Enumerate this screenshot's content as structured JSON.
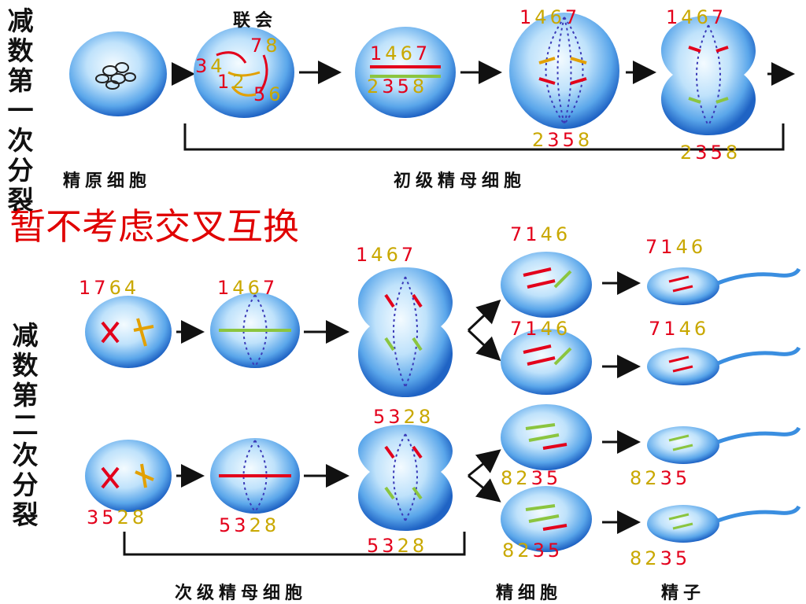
{
  "colors": {
    "red": "#e3001b",
    "yellow": "#c9a800",
    "cell_blue": "#3a8ee0",
    "note_red": "#e00000"
  },
  "titles": {
    "meiosis1": "减数第一次分裂",
    "meiosis2": "减数第二次分裂"
  },
  "labels": {
    "synapsis": "联会",
    "spermatogonium": "精原细胞",
    "primary_spermatocyte": "初级精母细胞",
    "secondary_spermatocyte": "次级精母细胞",
    "spermatid": "精细胞",
    "sperm": "精子"
  },
  "note": "暂不考虑交叉互换",
  "numbers": {
    "syn_78": [
      {
        "t": "7",
        "c": "r"
      },
      {
        "t": "8",
        "c": "y"
      }
    ],
    "syn_34": [
      {
        "t": "3",
        "c": "r"
      },
      {
        "t": "4",
        "c": "y"
      }
    ],
    "syn_12": [
      {
        "t": "1",
        "c": "r"
      },
      {
        "t": "2",
        "c": "y"
      }
    ],
    "syn_56": [
      {
        "t": "5",
        "c": "r"
      },
      {
        "t": "6",
        "c": "y"
      }
    ],
    "meta1_top": [
      {
        "t": "1",
        "c": "r"
      },
      {
        "t": "4",
        "c": "y"
      },
      {
        "t": "6",
        "c": "y"
      },
      {
        "t": "7",
        "c": "r"
      }
    ],
    "meta1_bot": [
      {
        "t": "2",
        "c": "y"
      },
      {
        "t": "3",
        "c": "r"
      },
      {
        "t": "5",
        "c": "r"
      },
      {
        "t": "8",
        "c": "y"
      }
    ],
    "ana1_top": [
      {
        "t": "1",
        "c": "r"
      },
      {
        "t": "4",
        "c": "y"
      },
      {
        "t": "6",
        "c": "y"
      },
      {
        "t": "7",
        "c": "r"
      }
    ],
    "ana1_bot": [
      {
        "t": "2",
        "c": "y"
      },
      {
        "t": "3",
        "c": "r"
      },
      {
        "t": "5",
        "c": "r"
      },
      {
        "t": "8",
        "c": "y"
      }
    ],
    "tel1_top": [
      {
        "t": "1",
        "c": "r"
      },
      {
        "t": "4",
        "c": "y"
      },
      {
        "t": "6",
        "c": "y"
      },
      {
        "t": "7",
        "c": "r"
      }
    ],
    "tel1_bot": [
      {
        "t": "2",
        "c": "y"
      },
      {
        "t": "3",
        "c": "r"
      },
      {
        "t": "5",
        "c": "r"
      },
      {
        "t": "8",
        "c": "y"
      }
    ],
    "m2a_pro": [
      {
        "t": "1",
        "c": "r"
      },
      {
        "t": "7",
        "c": "r"
      },
      {
        "t": "6",
        "c": "y"
      },
      {
        "t": "4",
        "c": "y"
      }
    ],
    "m2a_meta": [
      {
        "t": "1",
        "c": "r"
      },
      {
        "t": "4",
        "c": "y"
      },
      {
        "t": "6",
        "c": "y"
      },
      {
        "t": "7",
        "c": "r"
      }
    ],
    "m2a_ana": [
      {
        "t": "1",
        "c": "r"
      },
      {
        "t": "4",
        "c": "y"
      },
      {
        "t": "6",
        "c": "y"
      },
      {
        "t": "7",
        "c": "r"
      }
    ],
    "m2a_tid1": [
      {
        "t": "7",
        "c": "r"
      },
      {
        "t": "1",
        "c": "r"
      },
      {
        "t": "4",
        "c": "y"
      },
      {
        "t": "6",
        "c": "y"
      }
    ],
    "m2a_tid2": [
      {
        "t": "7",
        "c": "r"
      },
      {
        "t": "1",
        "c": "r"
      },
      {
        "t": "4",
        "c": "y"
      },
      {
        "t": "6",
        "c": "y"
      }
    ],
    "m2a_sp1": [
      {
        "t": "7",
        "c": "r"
      },
      {
        "t": "1",
        "c": "r"
      },
      {
        "t": "4",
        "c": "y"
      },
      {
        "t": "6",
        "c": "y"
      }
    ],
    "m2a_sp2": [
      {
        "t": "7",
        "c": "r"
      },
      {
        "t": "1",
        "c": "r"
      },
      {
        "t": "4",
        "c": "y"
      },
      {
        "t": "6",
        "c": "y"
      }
    ],
    "m2b_ana": [
      {
        "t": "5",
        "c": "r"
      },
      {
        "t": "3",
        "c": "r"
      },
      {
        "t": "2",
        "c": "y"
      },
      {
        "t": "8",
        "c": "y"
      }
    ],
    "m2b_pro": [
      {
        "t": "3",
        "c": "r"
      },
      {
        "t": "5",
        "c": "r"
      },
      {
        "t": "2",
        "c": "y"
      },
      {
        "t": "8",
        "c": "y"
      }
    ],
    "m2b_meta": [
      {
        "t": "5",
        "c": "r"
      },
      {
        "t": "3",
        "c": "r"
      },
      {
        "t": "2",
        "c": "y"
      },
      {
        "t": "8",
        "c": "y"
      }
    ],
    "m2b_ana_bot": [
      {
        "t": "5",
        "c": "r"
      },
      {
        "t": "3",
        "c": "r"
      },
      {
        "t": "2",
        "c": "y"
      },
      {
        "t": "8",
        "c": "y"
      }
    ],
    "m2b_tid1": [
      {
        "t": "8",
        "c": "y"
      },
      {
        "t": "2",
        "c": "y"
      },
      {
        "t": "3",
        "c": "r"
      },
      {
        "t": "5",
        "c": "r"
      }
    ],
    "m2b_tid2": [
      {
        "t": "8",
        "c": "y"
      },
      {
        "t": "2",
        "c": "y"
      },
      {
        "t": "3",
        "c": "r"
      },
      {
        "t": "5",
        "c": "r"
      }
    ],
    "m2b_sp1": [
      {
        "t": "8",
        "c": "y"
      },
      {
        "t": "2",
        "c": "y"
      },
      {
        "t": "3",
        "c": "r"
      },
      {
        "t": "5",
        "c": "r"
      }
    ],
    "m2b_sp2": [
      {
        "t": "8",
        "c": "y"
      },
      {
        "t": "2",
        "c": "y"
      },
      {
        "t": "3",
        "c": "r"
      },
      {
        "t": "5",
        "c": "r"
      }
    ]
  }
}
